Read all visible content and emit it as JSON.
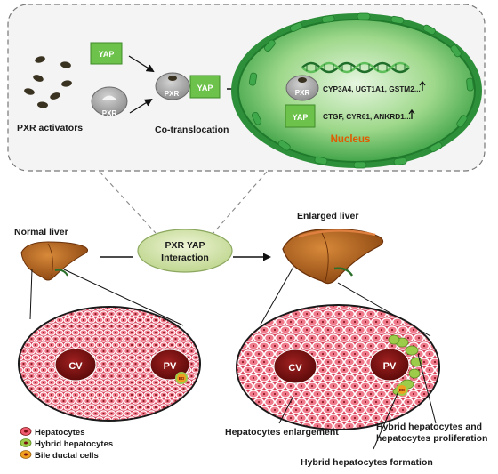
{
  "top_panel": {
    "pxr_activators_label": "PXR activators",
    "yap_box_label": "YAP",
    "pxr_receptor_label": "PXR",
    "cotranslocation_label": "Co-translocation",
    "nucleus": {
      "pxr_targets": "CYP3A4, UGT1A1, GSTM2...",
      "yap_targets": "CTGF, CYR61, ANKRD1...",
      "nucleus_label": "Nucleus",
      "up_arrow_glyph": "🠕"
    }
  },
  "interaction": {
    "line1": "PXR YAP",
    "line2": "Interaction"
  },
  "normal": {
    "liver_label": "Normal liver",
    "cv_label": "CV",
    "pv_label": "PV",
    "bd_label": "BD"
  },
  "enlarged": {
    "liver_label": "Enlarged liver",
    "cv_label": "CV",
    "pv_label": "PV",
    "bd_label": "BD",
    "annotation_enlargement": "Hepatocytes enlargement",
    "annotation_proliferation_line1": "Hybrid hepatocytes and",
    "annotation_proliferation_line2": "hepatocytes proliferation",
    "annotation_formation": "Hybrid hepatocytes formation"
  },
  "legend": {
    "items": [
      {
        "label": "Hepatocytes",
        "color": "#ef5a6f"
      },
      {
        "label": "Hybrid hepatocytes",
        "color": "#9ccc4a"
      },
      {
        "label": "Bile ductal cells",
        "color": "#f0a020"
      }
    ]
  },
  "colors": {
    "yap_green": "#6cc24a",
    "pxr_grey": "#9a9a9a",
    "nucleus_green": "#3fae4a",
    "liver_brown": "#b5651d",
    "vein_maroon": "#7a1010",
    "tissue_red": "#e04a5c",
    "bubble_olive": "#cfe0a0",
    "label_orange": "#e05a00"
  }
}
